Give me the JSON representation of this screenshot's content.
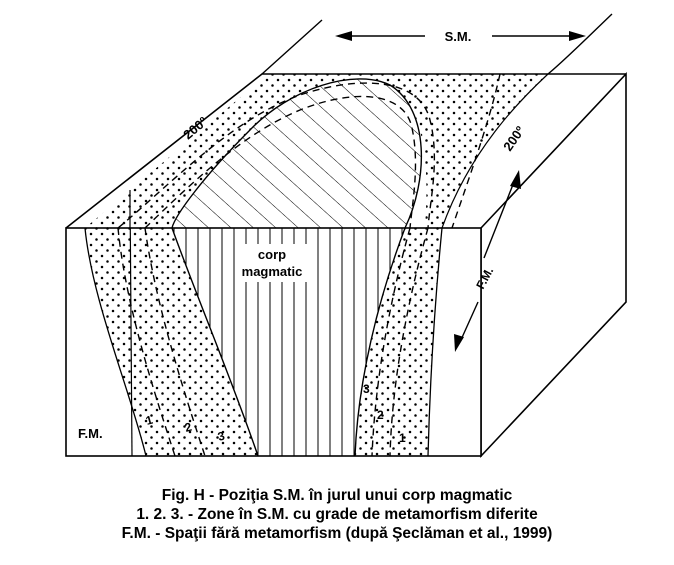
{
  "diagram": {
    "labels": {
      "sm_top": "S.M.",
      "isotherm_left": "200º",
      "isotherm_right": "200º",
      "fm_right": "F.M.",
      "fm_left": "F.M.",
      "corp": "corp",
      "magmatic": "magmatic",
      "zone_left_1": "1",
      "zone_left_2": "2",
      "zone_left_3": "3",
      "zone_right_1": "1",
      "zone_right_2": "2",
      "zone_right_3": "3"
    },
    "colors": {
      "ink": "#000000",
      "background": "#ffffff"
    }
  },
  "caption": {
    "line1": "Fig. H - Poziţia S.M. în jurul unui corp magmatic",
    "line2": "1. 2. 3. - Zone în S.M. cu grade de metamorfism diferite",
    "line3": "F.M. - Spaţii fără metamorfism (după Şeclăman et al., 1999)"
  }
}
